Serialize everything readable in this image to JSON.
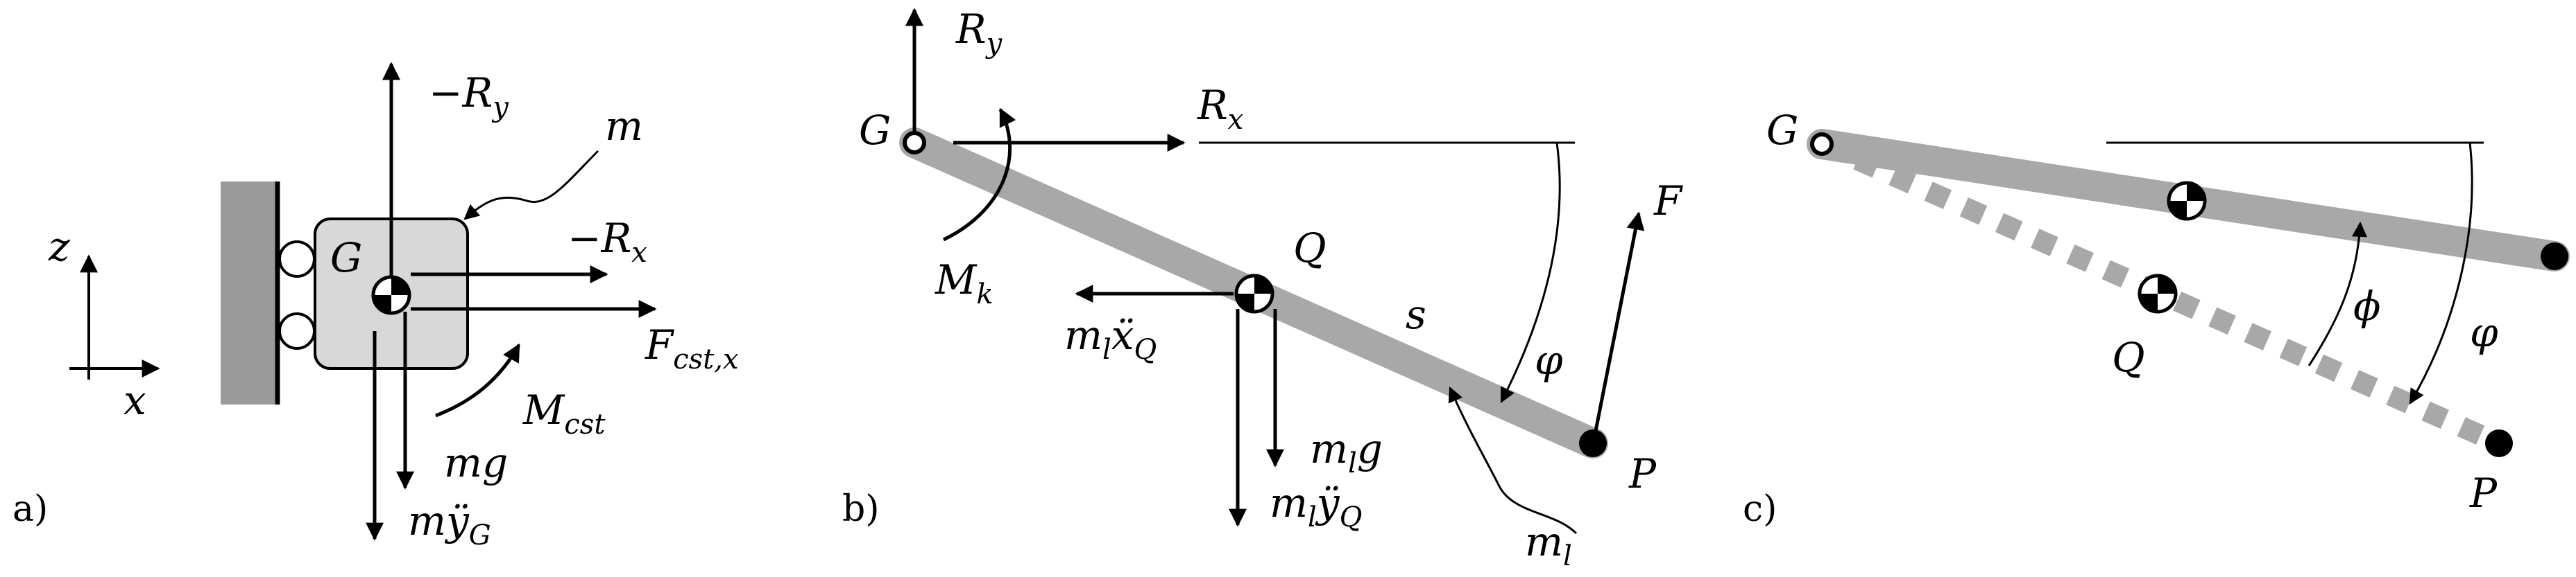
{
  "panels": {
    "a": {
      "label": "a)",
      "axis_z": "z",
      "axis_x": "x",
      "point_g": "G",
      "mass": "m",
      "force_neg_ry": {
        "minus": "−",
        "base": "R",
        "sub": "y"
      },
      "force_neg_rx": {
        "minus": "−",
        "base": "R",
        "sub": "x"
      },
      "force_fcst": {
        "base": "F",
        "sub": "cst,x"
      },
      "moment_mcst": {
        "base": "M",
        "sub": "cst"
      },
      "weight": "mg",
      "inertia": {
        "base": "mÿ",
        "sub": "G"
      }
    },
    "b": {
      "label": "b)",
      "point_g": "G",
      "point_q": "Q",
      "point_p": "P",
      "force_ry": {
        "base": "R",
        "sub": "y"
      },
      "force_rx": {
        "base": "R",
        "sub": "x"
      },
      "moment_mk": {
        "base": "M",
        "sub": "k"
      },
      "force_f": "F",
      "coord_s": "s",
      "angle_phi": "φ",
      "inertia_x": {
        "m": "m",
        "msub": "l",
        "acc": "ẍ",
        "sub": "Q"
      },
      "weight_l": {
        "m": "m",
        "msub": "l",
        "g": "g"
      },
      "inertia_y": {
        "m": "m",
        "msub": "l",
        "acc": "ÿ",
        "sub": "Q"
      },
      "mass_l": {
        "base": "m",
        "sub": "l"
      }
    },
    "c": {
      "label": "c)",
      "point_g": "G",
      "point_q": "Q",
      "point_p": "P",
      "angle_phi_small": "ϕ",
      "angle_phi": "φ"
    }
  },
  "colors": {
    "ink": "#000000",
    "beam": "#a8a8a8",
    "block": "#d8d8d8",
    "wall": "#9a9a9a"
  }
}
